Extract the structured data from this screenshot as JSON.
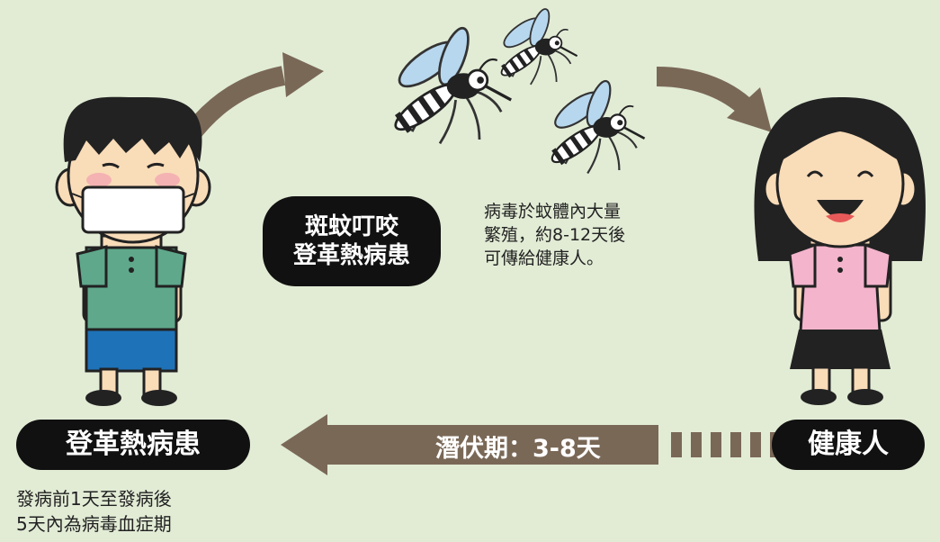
{
  "labels": {
    "bite_title": [
      "斑蚊叮咬",
      "登革熱病患"
    ],
    "virus_note": [
      "病毒於蚊體內大量",
      "繁殖，約8-12天後",
      "可傳給健康人。"
    ],
    "patient": "登革熱病患",
    "healthy": "健康人",
    "incubation": "潛伏期：3-8天",
    "viremia_note": [
      "發病前1天至發病後",
      "5天內為病毒血症期"
    ]
  },
  "colors": {
    "background": "#e2ecd5",
    "arrow": "#7a6857",
    "pill": "#111111",
    "boy_shirt": "#5fa88c",
    "boy_shorts": "#1e72b8",
    "girl_shirt": "#f3b4cc",
    "girl_skirt": "#222222",
    "skin": "#f9dcb8",
    "mosquito_wing": "#b7d7ee"
  },
  "icons": [
    "boy-with-mask-icon",
    "girl-smiling-icon",
    "mosquito-icon"
  ]
}
